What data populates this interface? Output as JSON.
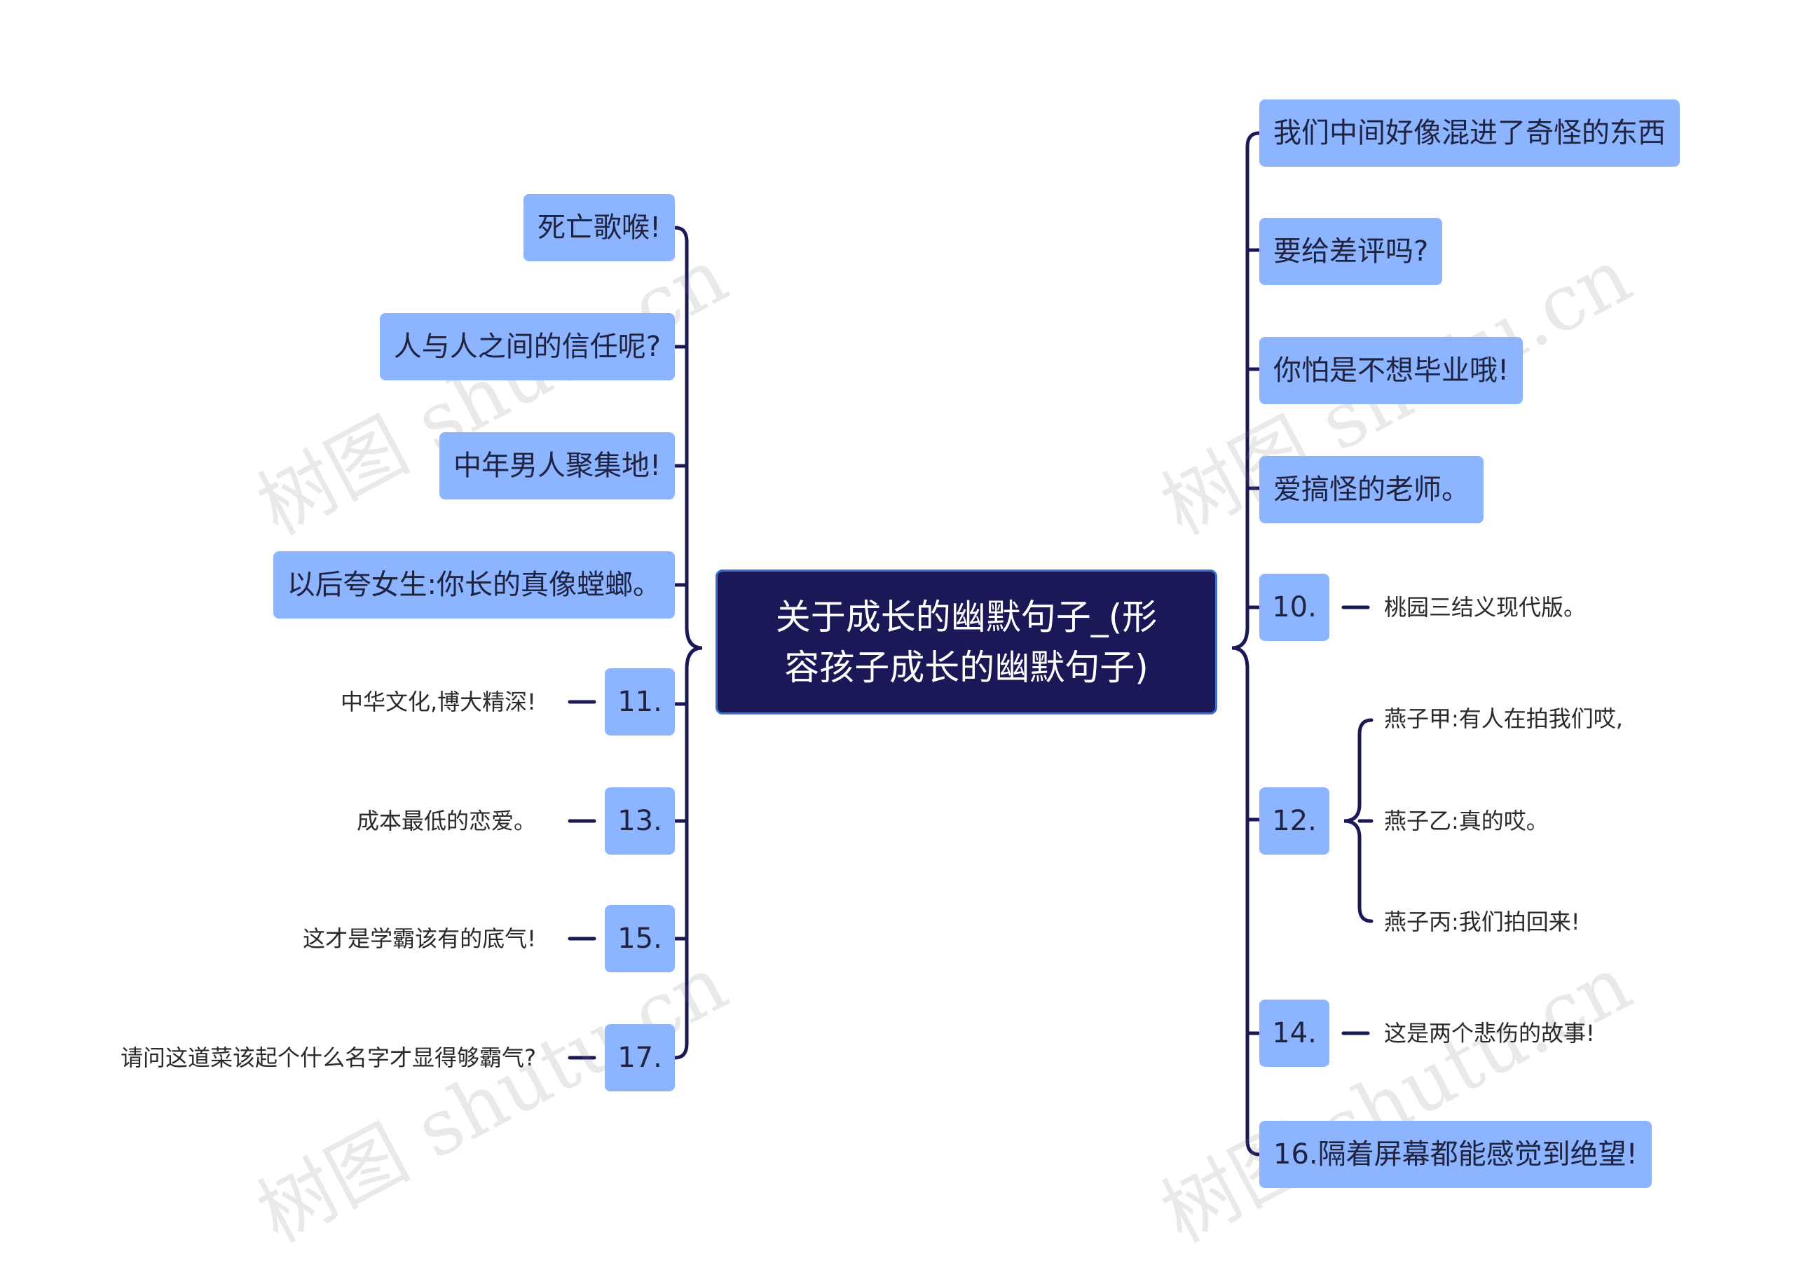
{
  "root": {
    "line1": "关于成长的幽默句子_(形",
    "line2": "容孩子成长的幽默句子)"
  },
  "right": [
    {
      "label": "我们中间好像混进了奇怪的东西"
    },
    {
      "label": "要给差评吗?"
    },
    {
      "label": "你怕是不想毕业哦!"
    },
    {
      "label": "爱搞怪的老师。"
    },
    {
      "label": "10.",
      "leaf": "桃园三结义现代版。"
    },
    {
      "label": "12.",
      "leaves": [
        "燕子甲:有人在拍我们哎,",
        "燕子乙:真的哎。",
        "燕子丙:我们拍回来!"
      ]
    },
    {
      "label": "14.",
      "leaf": "这是两个悲伤的故事!"
    },
    {
      "label": "16.隔着屏幕都能感觉到绝望!"
    }
  ],
  "left": [
    {
      "label": "死亡歌喉!"
    },
    {
      "label": "人与人之间的信任呢?"
    },
    {
      "label": "中年男人聚集地!"
    },
    {
      "label": "以后夸女生:你长的真像螳螂。"
    },
    {
      "label": "11.",
      "leaf": "中华文化,博大精深!"
    },
    {
      "label": "13.",
      "leaf": "成本最低的恋爱。"
    },
    {
      "label": "15.",
      "leaf": "这才是学霸该有的底气!"
    },
    {
      "label": "17.",
      "leaf": "请问这道菜该起个什么名字才显得够霸气?"
    }
  ],
  "watermark": "树图 shutu.cn",
  "colors": {
    "root_bg": "#1b1857",
    "node_bg": "#8cb4ff",
    "line": "#1b1857"
  }
}
